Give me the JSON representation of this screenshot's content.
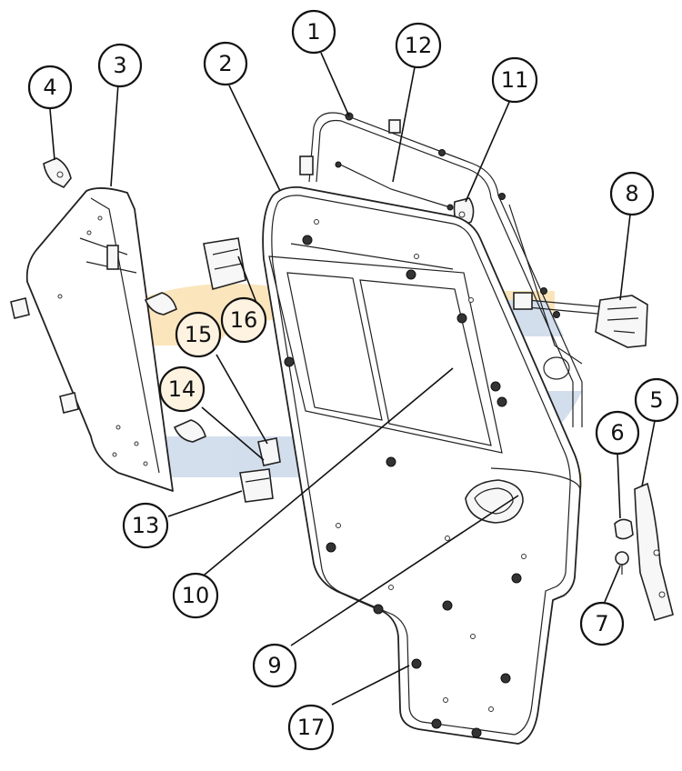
{
  "colors": {
    "watermark_orange": "#f6c66a",
    "watermark_blue": "#9fb7d8",
    "line": "#222222"
  },
  "callouts": [
    {
      "id": "1",
      "label": "1"
    },
    {
      "id": "2",
      "label": "2"
    },
    {
      "id": "3",
      "label": "3"
    },
    {
      "id": "4",
      "label": "4"
    },
    {
      "id": "5",
      "label": "5"
    },
    {
      "id": "6",
      "label": "6"
    },
    {
      "id": "7",
      "label": "7"
    },
    {
      "id": "8",
      "label": "8"
    },
    {
      "id": "9",
      "label": "9"
    },
    {
      "id": "10",
      "label": "10"
    },
    {
      "id": "11",
      "label": "11"
    },
    {
      "id": "12",
      "label": "12"
    },
    {
      "id": "13",
      "label": "13"
    },
    {
      "id": "14",
      "label": "14"
    },
    {
      "id": "15",
      "label": "15"
    },
    {
      "id": "16",
      "label": "16"
    },
    {
      "id": "17",
      "label": "17"
    }
  ]
}
